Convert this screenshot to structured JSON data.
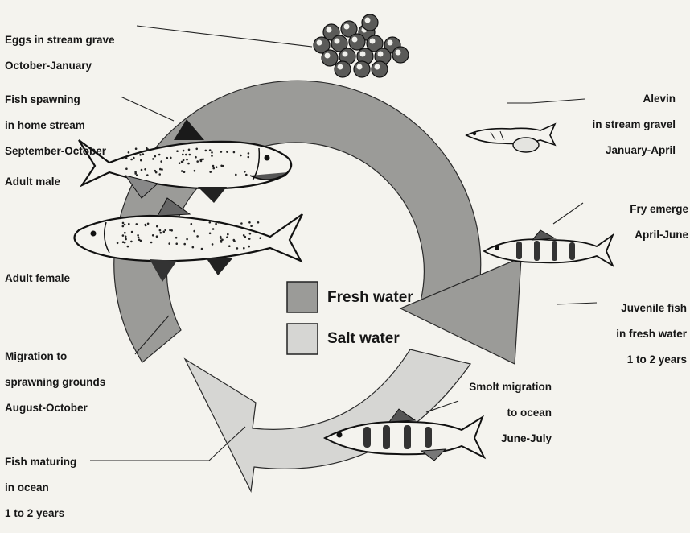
{
  "colors": {
    "fresh_water": "#9b9b98",
    "salt_water": "#d6d6d3",
    "background": "#f4f3ee",
    "ink": "#161616"
  },
  "stages": [
    {
      "id": "eggs",
      "lines": [
        "Eggs in stream grave",
        "October-January"
      ]
    },
    {
      "id": "alevin",
      "lines": [
        "Alevin",
        "in stream gravel",
        "January-April"
      ]
    },
    {
      "id": "fry",
      "lines": [
        "Fry emerge",
        "April-June"
      ]
    },
    {
      "id": "juvenile",
      "lines": [
        "Juvenile fish",
        "in fresh water",
        "1 to 2 years"
      ]
    },
    {
      "id": "smolt",
      "lines": [
        "Smolt migration",
        "to ocean",
        "June-July"
      ]
    },
    {
      "id": "maturing",
      "lines": [
        "Fish maturing",
        "in ocean",
        "1 to 2 years"
      ]
    },
    {
      "id": "migration",
      "lines": [
        "Migration to",
        "sprawning grounds",
        "August-October"
      ]
    },
    {
      "id": "adult-female",
      "lines": [
        "Adult female"
      ]
    },
    {
      "id": "adult-male",
      "lines": [
        "Adult male"
      ]
    },
    {
      "id": "spawning",
      "lines": [
        "Fish spawning",
        "in home stream",
        "September-October"
      ]
    }
  ],
  "legend": {
    "fresh_label": "Fresh water",
    "salt_label": "Salt water"
  }
}
